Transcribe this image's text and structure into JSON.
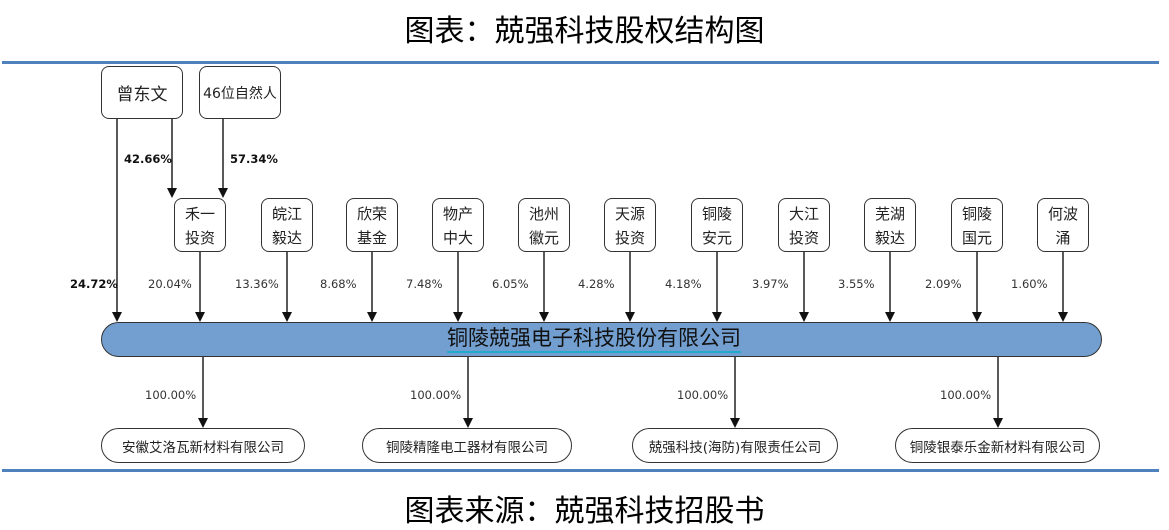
{
  "title": "图表：兢强科技股权结构图",
  "source": "图表来源：兢强科技招股书",
  "top_holders": [
    {
      "name": "曾东文"
    },
    {
      "name": "46位自然人"
    }
  ],
  "heyi_links": [
    "42.66%",
    "57.34%"
  ],
  "direct_zeng": "24.72%",
  "shareholders": [
    {
      "line1": "禾一",
      "line2": "投资",
      "pct": "20.04%"
    },
    {
      "line1": "皖江",
      "line2": "毅达",
      "pct": "13.36%"
    },
    {
      "line1": "欣荣",
      "line2": "基金",
      "pct": "8.68%"
    },
    {
      "line1": "物产",
      "line2": "中大",
      "pct": "7.48%"
    },
    {
      "line1": "池州",
      "line2": "徽元",
      "pct": "6.05%"
    },
    {
      "line1": "天源",
      "line2": "投资",
      "pct": "4.28%"
    },
    {
      "line1": "铜陵",
      "line2": "安元",
      "pct": "4.18%"
    },
    {
      "line1": "大江",
      "line2": "投资",
      "pct": "3.97%"
    },
    {
      "line1": "芜湖",
      "line2": "毅达",
      "pct": "3.55%"
    },
    {
      "line1": "铜陵",
      "line2": "国元",
      "pct": "2.09%"
    },
    {
      "line1": "何波",
      "line2": "涌",
      "pct": "1.60%"
    }
  ],
  "company": "铜陵兢强电子科技股份有限公司",
  "subsidiaries": [
    {
      "name": "安徽艾洛瓦新材料有限公司",
      "pct": "100.00%"
    },
    {
      "name": "铜陵精隆电工器材有限公司",
      "pct": "100.00%"
    },
    {
      "name": "兢强科技(海防)有限责任公司",
      "pct": "100.00%"
    },
    {
      "name": "铜陵银泰乐金新材料有限公司",
      "pct": "100.00%"
    }
  ]
}
